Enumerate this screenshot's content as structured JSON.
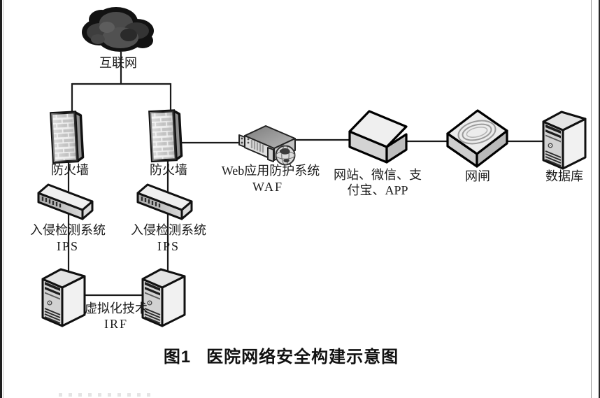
{
  "figure": {
    "caption_prefix": "图1",
    "caption_title": "医院网络安全构建示意图"
  },
  "nodes": {
    "internet": "互联网",
    "firewall_left": "防火墙",
    "firewall_right": "防火墙",
    "waf_line1": "Web应用防护系统",
    "waf_line2": "WAF",
    "channels_line1": "网站、微信、支",
    "channels_line2": "付宝、APP",
    "gap": "网闸",
    "database": "数据库",
    "ips_left_line1": "入侵检测系统",
    "ips_left_line2": "IPS",
    "ips_right_line1": "入侵检测系统",
    "ips_right_line2": "IPS",
    "virtualization_line1": "虚拟化技术",
    "virtualization_line2": "IRF"
  },
  "icons": {
    "cloud": "internet-cloud-icon",
    "firewall": "brick-wall-icon",
    "ips": "rack-device-icon",
    "waf": "appliance-with-globe-icon",
    "channels": "3d-box-icon",
    "gap": "flat-box-rings-icon",
    "tower": "tower-server-icon"
  },
  "colors": {
    "line": "#1a1a1a",
    "outline": "#111111",
    "face_light": "#eeeeee",
    "face_mid": "#c6c6c6",
    "face_dark": "#8f8f8f",
    "cloud_dark": "#121212",
    "cloud_mid": "#4a4a4a",
    "background": "#ffffff"
  }
}
